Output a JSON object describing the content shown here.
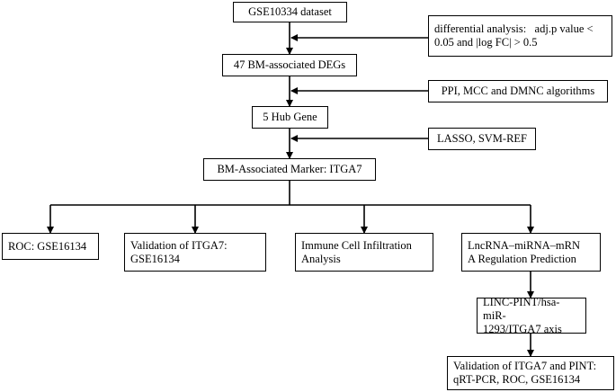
{
  "nodes": {
    "dataset": "GSE10334 dataset",
    "degs": "47 BM-associated DEGs",
    "hub": "5 Hub Gene",
    "marker": "BM-Associated Marker: ITGA7",
    "roc": "ROC: GSE16134",
    "validation": "Validation of ITGA7:\nGSE16134",
    "immune": "Immune Cell Infiltration\nAnalysis",
    "lncrna": "LncRNA–miRNA–mRN\nA Regulation Prediction",
    "axis": "LINC-PINT/hsa-miR-\n1293/ITGA7 axis",
    "final": "Validation of ITGA7 and PINT:\nqRT-PCR, ROC, GSE16134"
  },
  "side_notes": {
    "diff": "differential analysis:   adj.p value <\n0.05 and |log FC| > 0.5",
    "ppi": "PPI, MCC and DMNC algorithms",
    "lasso": "LASSO, SVM-REF"
  }
}
